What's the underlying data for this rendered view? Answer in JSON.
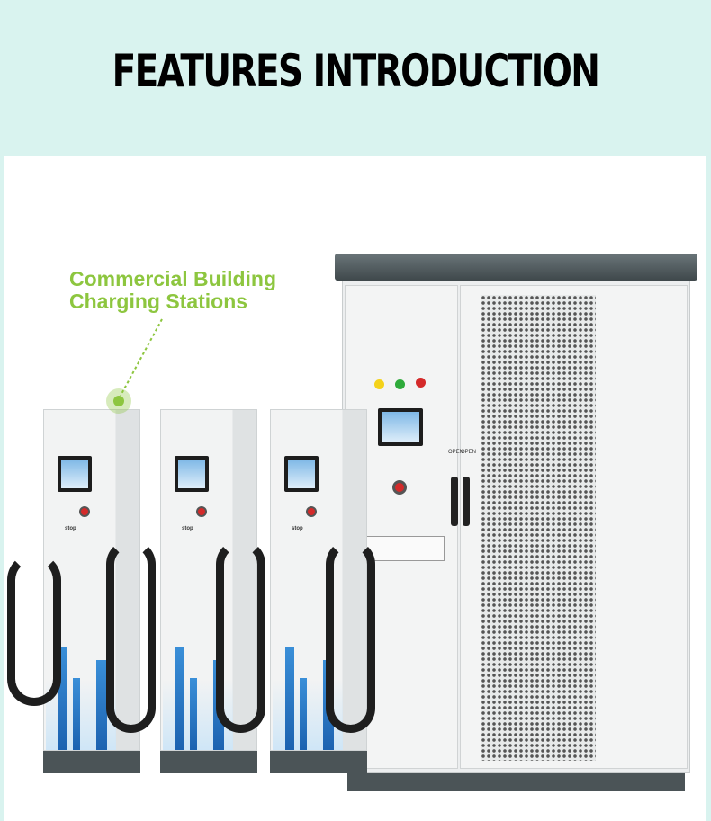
{
  "title": "FEATURES INTRODUCTION",
  "callout": {
    "line1": "Commercial Building",
    "line2": "Charging Stations"
  },
  "cabinet": {
    "door_labels": [
      "OPEN",
      "OPEN"
    ],
    "lamp_colors": [
      "#f4d21a",
      "#2eaa3a",
      "#d42a2a"
    ]
  },
  "chargers": [
    {
      "button": "stop"
    },
    {
      "button": "stop"
    },
    {
      "button": "stop"
    }
  ],
  "colors": {
    "header_bg": "#d9f3ef",
    "accent": "#8dc63f"
  }
}
